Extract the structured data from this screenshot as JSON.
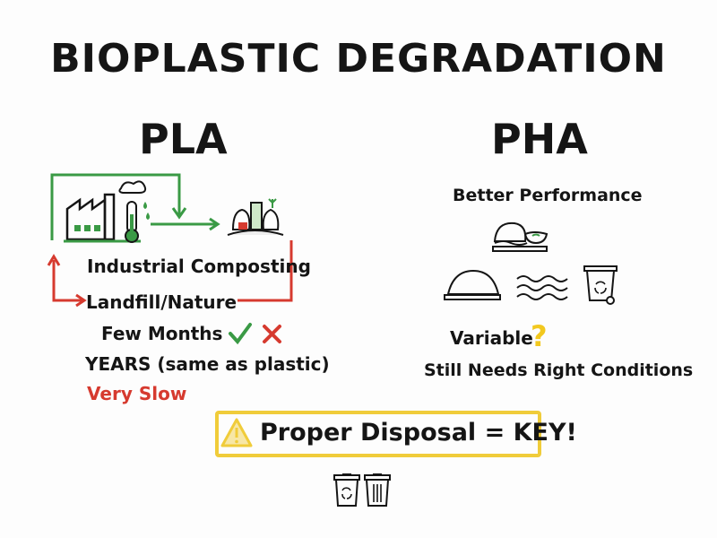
{
  "title": "BIOPLASTIC DEGRADATION",
  "pla": {
    "heading": "PLA",
    "industrial_label": "Industrial Composting",
    "landfill_label": "Landfill/Nature",
    "few_months": "Few Months",
    "years": "YEARS (same as plastic)",
    "very_slow": "Very Slow",
    "icons": [
      "factory-icon",
      "thermometer-icon",
      "compost-pile-icon",
      "check-icon",
      "cross-icon"
    ],
    "colors": {
      "green": "#3a9a45",
      "red": "#d63a2f"
    }
  },
  "pha": {
    "heading": "PHA",
    "better_performance": "Better Performance",
    "variable": "Variable",
    "question_mark": "?",
    "still_needs": "Still Needs Right Conditions",
    "icons": [
      "soil-compost-icon",
      "soil-pile-icon",
      "water-waves-icon",
      "recycle-bin-icon",
      "question-icon"
    ],
    "colors": {
      "accent": "#f2c81f"
    }
  },
  "callout": {
    "text": "Proper Disposal = KEY!",
    "icons": [
      "warning-icon",
      "recycle-bin-icon",
      "trash-bin-icon"
    ],
    "border_color": "#f0cc3a"
  }
}
